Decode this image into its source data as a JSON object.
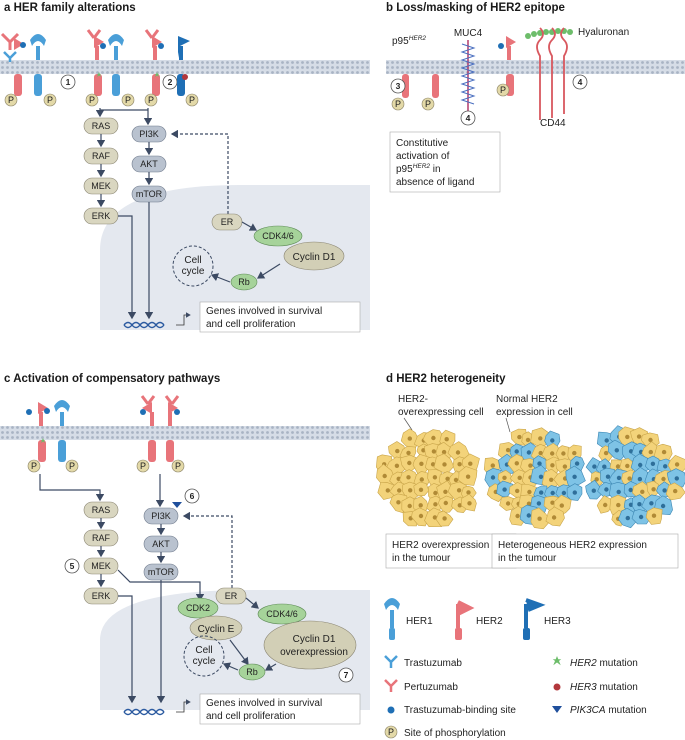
{
  "panels": {
    "a": {
      "letter": "a",
      "title": "HER family alterations"
    },
    "b": {
      "letter": "b",
      "title": "Loss/masking of HER2 epitope"
    },
    "c": {
      "letter": "c",
      "title": "Activation of compensatory pathways"
    },
    "d": {
      "letter": "d",
      "title": "HER2 heterogeneity"
    }
  },
  "nodes": {
    "ras": "RAS",
    "raf": "RAF",
    "mek": "MEK",
    "erk": "ERK",
    "pi3k": "PI3K",
    "akt": "AKT",
    "mtor": "mTOR",
    "er": "ER",
    "cdk46": "CDK4/6",
    "cyclin_d1": "Cyclin D1",
    "rb": "Rb",
    "cell": "Cell",
    "cycle": "cycle",
    "cdk2": "CDK2",
    "cyclin_e": "Cyclin E",
    "cyclin_d1_over_1": "Cyclin D1",
    "cyclin_d1_over_2": "overexpression",
    "p": "P"
  },
  "genes": {
    "line1": "Genes involved in survival",
    "line2": "and cell proliferation"
  },
  "markers": {
    "m1": "1",
    "m2": "2",
    "m3": "3",
    "m4": "4",
    "m5": "5",
    "m6": "6",
    "m7": "7"
  },
  "panel_b": {
    "p95": "p95",
    "p95_sup": "HER2",
    "muc4": "MUC4",
    "hyaluronan": "Hyaluronan",
    "cd44": "CD44",
    "box_l1": "Constitutive",
    "box_l2": "activation of",
    "box_l3": "p95",
    "box_l3_sup": "HER2",
    "box_l3_rest": " in",
    "box_l4": "absence of ligand"
  },
  "panel_d": {
    "lab1_l1": "HER2-",
    "lab1_l2": "overexpressing cell",
    "lab2_l1": "Normal HER2",
    "lab2_l2": "expression in cell",
    "box1_l1": "HER2 overexpression",
    "box1_l2": "in the tumour",
    "box2_l1": "Heterogeneous HER2 expression",
    "box2_l2": "in the tumour"
  },
  "legend": {
    "her1": "HER1",
    "her2": "HER2",
    "her3": "HER3",
    "trastuzumab": "Trastuzumab",
    "pertuzumab": "Pertuzumab",
    "binding_site": "Trastuzumab-binding site",
    "phospho": "Site of phosphorylation",
    "her2_mut": "HER2",
    "her3_mut": "HER3",
    "pik3ca_mut": "PIK3CA",
    "mutation": " mutation"
  },
  "colors": {
    "her1": "#4a9fd8",
    "her2": "#e8747a",
    "her3": "#1f6fb5",
    "node_fill": "#d9d6c0",
    "node_grey": "#b9c2cf",
    "green": "#a6d39a",
    "phospho": "#e3d9a8",
    "cell_bg": "#e4e8ef",
    "yellow_cell": "#f3d37a",
    "blue_cell": "#7ec3e6"
  }
}
